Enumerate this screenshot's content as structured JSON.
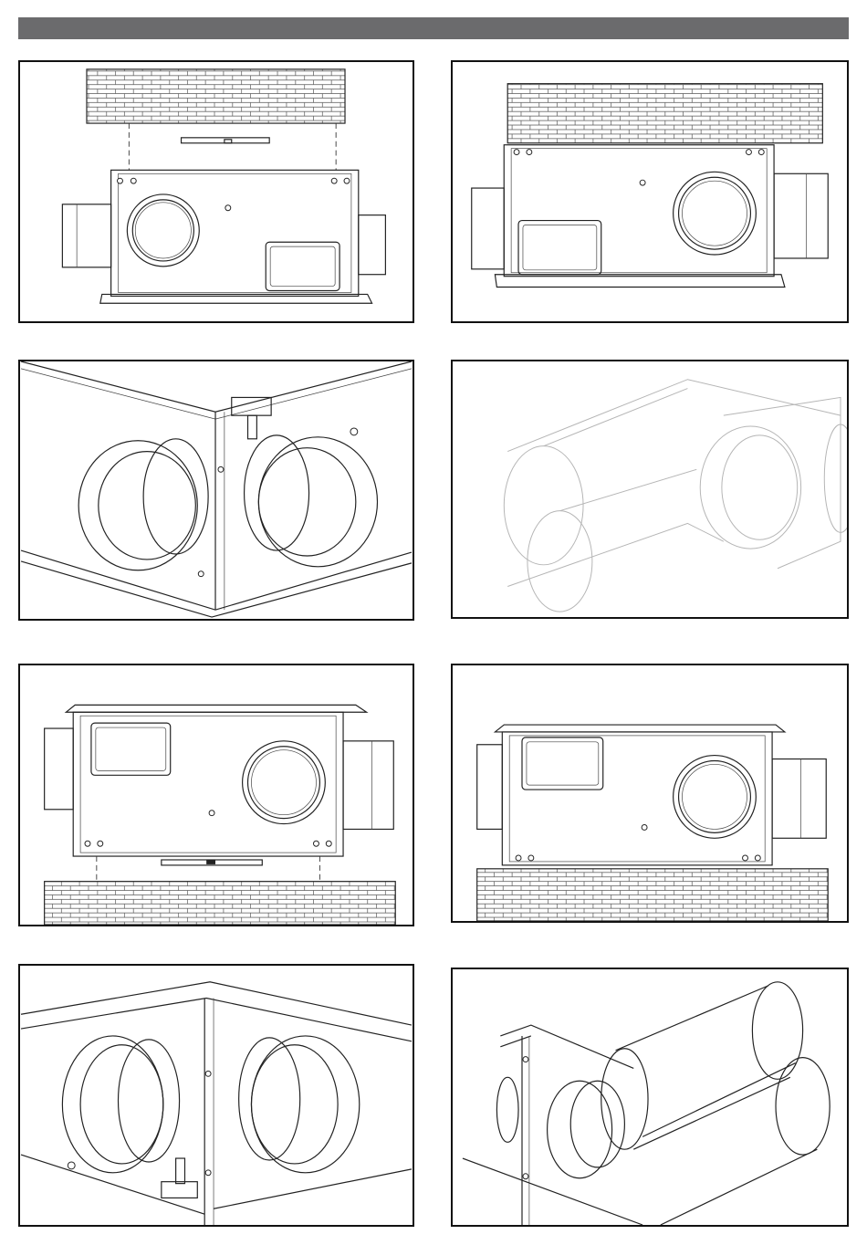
{
  "header": {
    "bar_color": "#6b6b6d"
  },
  "figures": [
    {
      "id": "fig1",
      "subject": "ceiling-mount-unit-front"
    },
    {
      "id": "fig2",
      "subject": "ceiling-mount-unit-mounted"
    },
    {
      "id": "fig3",
      "subject": "duct-collars-corner-view"
    },
    {
      "id": "fig4",
      "subject": "duct-connection-faint"
    },
    {
      "id": "fig5",
      "subject": "floor-mount-unit-front"
    },
    {
      "id": "fig6",
      "subject": "floor-mount-unit-mounted"
    },
    {
      "id": "fig7",
      "subject": "duct-collars-bottom-corner"
    },
    {
      "id": "fig8",
      "subject": "duct-pipes-attached"
    }
  ],
  "colors": {
    "line": "#222222",
    "faint": "#b5b5b5"
  }
}
